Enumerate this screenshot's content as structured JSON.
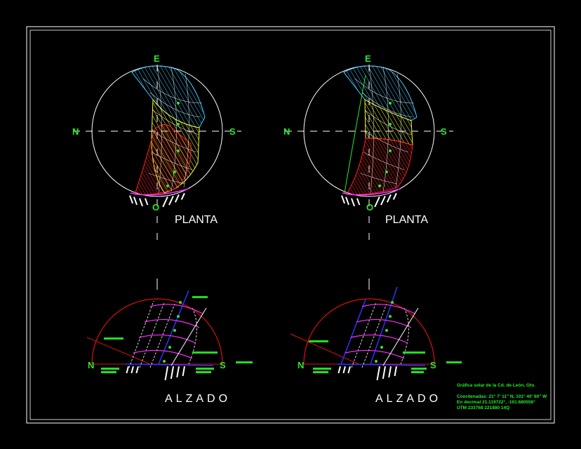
{
  "planta": {
    "north": "N",
    "south": "S",
    "east": "E",
    "west": "O",
    "title": "PLANTA"
  },
  "alzado": {
    "north": "N",
    "south": "S",
    "title": "ALZADO"
  },
  "info": {
    "line1": "Gráfica solar de la Cd. de León, Gto.",
    "line2": "Coordenadas: 21° 7' 11\" N, 101° 40' 60\" W",
    "line3": "En decimal  21.119722°, -101.680556°",
    "line4": "UTM  233768 221880 14Q"
  },
  "colors": {
    "background": "#000000",
    "frame": "#ffffff",
    "label": "#2fe62f",
    "cyan_grid": "#40c8ff",
    "yellow_grid": "#ffff30",
    "red_grid": "#ff2020",
    "arc_red": "#dd1010",
    "magenta": "#ff30ff",
    "blue": "#3030ff"
  }
}
